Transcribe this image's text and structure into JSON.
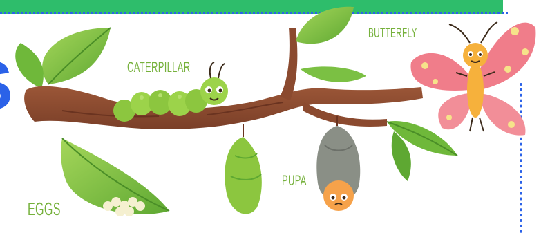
{
  "diagram": {
    "stages": {
      "caterpillar": "CATERPILLAR",
      "butterfly": "BUTTERFLY",
      "pupa": "PUPA",
      "eggs": "EGGS"
    },
    "colors": {
      "banner": "#2ebd6b",
      "dotted_border": "#2b62e8",
      "label": "#76b13c",
      "branch": "#8b4a2f",
      "leaf": "#7bc043",
      "butterfly_wing": "#f07d8a",
      "butterfly_body": "#f6b13c",
      "caterpillar": "#8cc63f",
      "pupa": "#8a8f86"
    },
    "left_glyph": "S"
  }
}
